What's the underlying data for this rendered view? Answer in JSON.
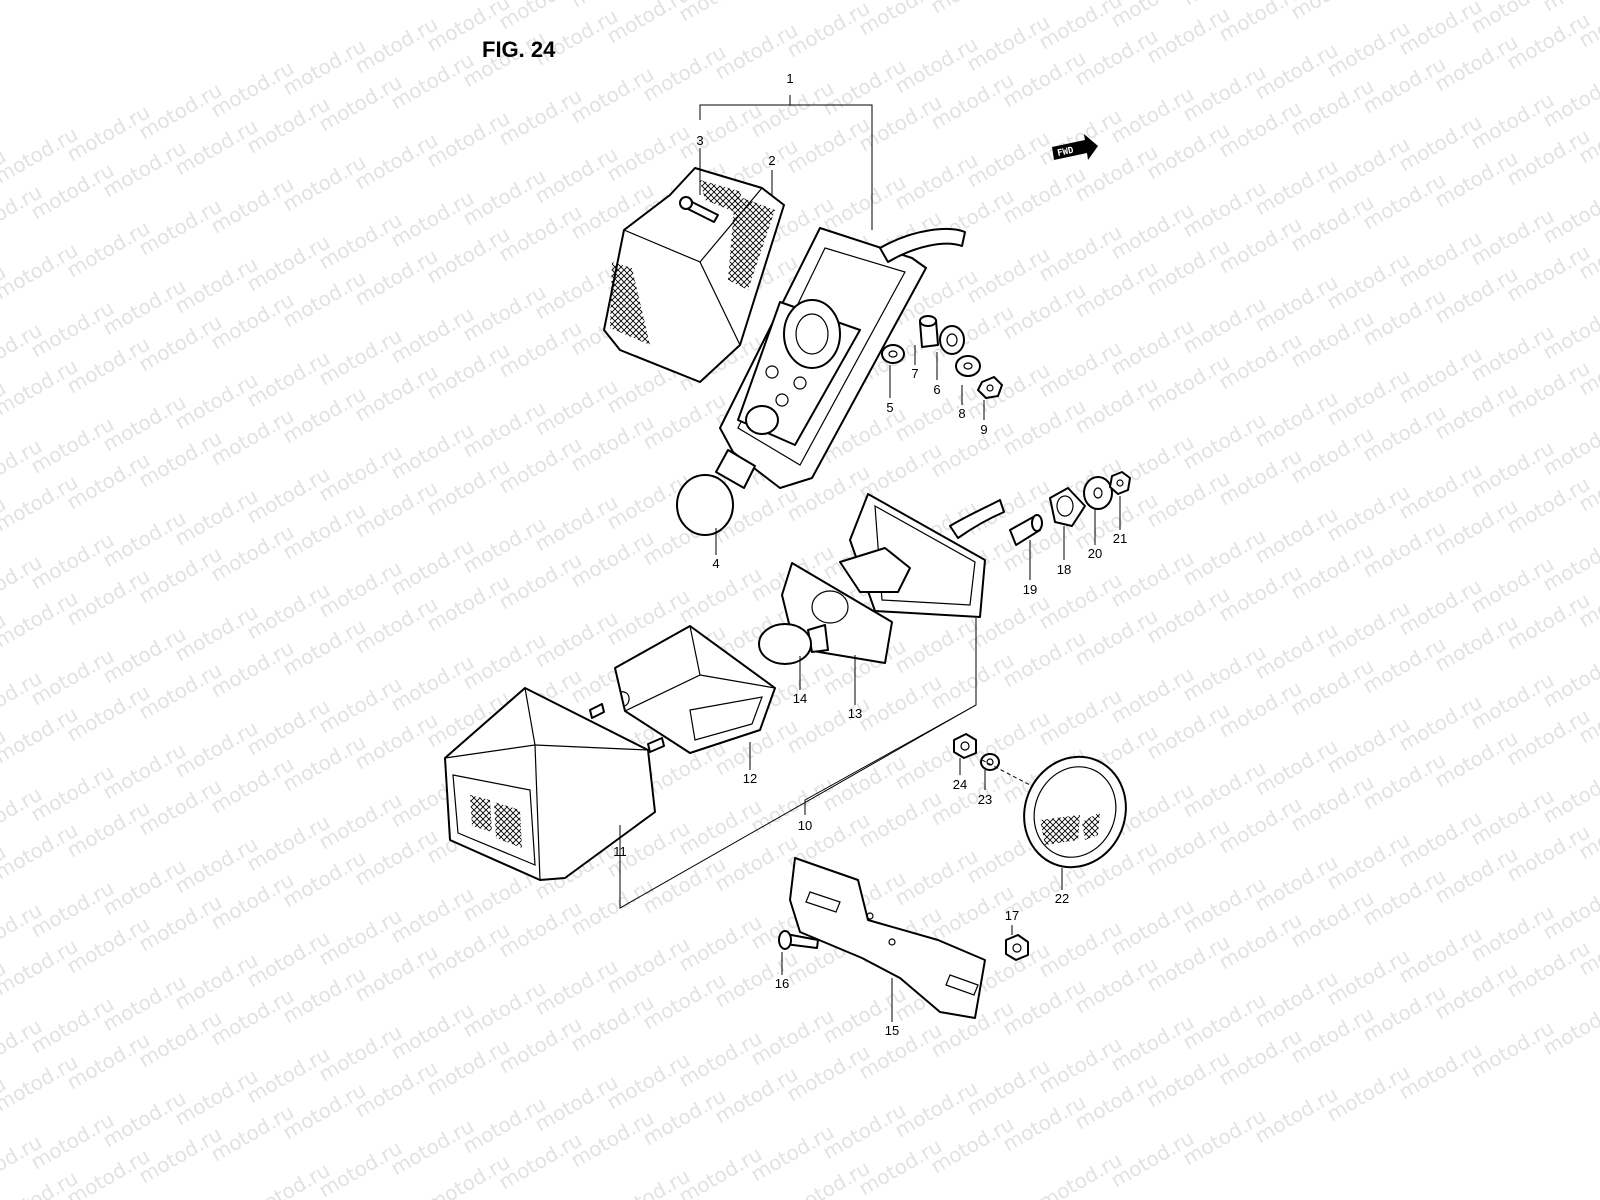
{
  "figure": {
    "title": "FIG. 24"
  },
  "direction_marker": {
    "label": "FWD"
  },
  "watermark": {
    "text": "motod.ru"
  },
  "callouts": {
    "c1": "1",
    "c2": "2",
    "c3": "3",
    "c4": "4",
    "c5": "5",
    "c6": "6",
    "c7": "7",
    "c8": "8",
    "c9": "9",
    "c10": "10",
    "c11": "11",
    "c12": "12",
    "c13": "13",
    "c14": "14",
    "c15": "15",
    "c16": "16",
    "c17": "17",
    "c18": "18",
    "c19": "19",
    "c20": "20",
    "c21": "21",
    "c22": "22",
    "c23": "23",
    "c24": "24"
  }
}
